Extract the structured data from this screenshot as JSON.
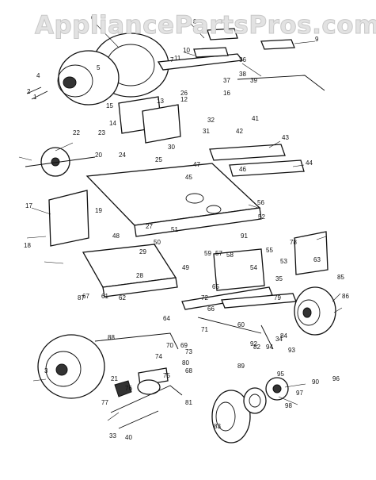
{
  "watermark": "AppliancePartsPros.com",
  "callouts": [
    {
      "label": "1"
    },
    {
      "label": "2"
    },
    {
      "label": "3"
    },
    {
      "label": "4"
    },
    {
      "label": "5"
    },
    {
      "label": "6"
    },
    {
      "label": "7"
    },
    {
      "label": "8"
    },
    {
      "label": "9"
    },
    {
      "label": "10"
    },
    {
      "label": "11"
    },
    {
      "label": "12"
    },
    {
      "label": "13"
    },
    {
      "label": "14"
    },
    {
      "label": "15"
    },
    {
      "label": "16"
    },
    {
      "label": "17"
    },
    {
      "label": "18"
    },
    {
      "label": "19"
    },
    {
      "label": "20"
    },
    {
      "label": "21"
    },
    {
      "label": "22"
    },
    {
      "label": "23"
    },
    {
      "label": "24"
    },
    {
      "label": "25"
    },
    {
      "label": "26"
    },
    {
      "label": "27"
    },
    {
      "label": "28"
    },
    {
      "label": "29"
    },
    {
      "label": "30"
    },
    {
      "label": "31"
    },
    {
      "label": "32"
    },
    {
      "label": "33"
    },
    {
      "label": "34"
    },
    {
      "label": "35"
    },
    {
      "label": "36"
    },
    {
      "label": "37"
    },
    {
      "label": "38"
    },
    {
      "label": "39"
    },
    {
      "label": "40"
    },
    {
      "label": "41"
    },
    {
      "label": "42"
    },
    {
      "label": "43"
    },
    {
      "label": "44"
    },
    {
      "label": "45"
    },
    {
      "label": "46"
    },
    {
      "label": "47"
    },
    {
      "label": "48"
    },
    {
      "label": "49"
    },
    {
      "label": "50"
    },
    {
      "label": "51"
    },
    {
      "label": "52"
    },
    {
      "label": "53"
    },
    {
      "label": "54"
    },
    {
      "label": "55"
    },
    {
      "label": "56"
    },
    {
      "label": "57"
    },
    {
      "label": "58"
    },
    {
      "label": "59"
    },
    {
      "label": "60"
    },
    {
      "label": "61"
    },
    {
      "label": "62"
    },
    {
      "label": "63"
    },
    {
      "label": "64"
    },
    {
      "label": "65"
    },
    {
      "label": "66"
    },
    {
      "label": "67"
    },
    {
      "label": "68"
    },
    {
      "label": "69"
    },
    {
      "label": "70"
    },
    {
      "label": "71"
    },
    {
      "label": "72"
    },
    {
      "label": "73"
    },
    {
      "label": "74"
    },
    {
      "label": "75"
    },
    {
      "label": "76"
    },
    {
      "label": "77"
    },
    {
      "label": "78"
    },
    {
      "label": "79"
    },
    {
      "label": "80"
    },
    {
      "label": "81"
    },
    {
      "label": "82"
    },
    {
      "label": "83"
    },
    {
      "label": "84"
    },
    {
      "label": "85"
    },
    {
      "label": "86"
    },
    {
      "label": "87"
    },
    {
      "label": "88"
    },
    {
      "label": "89"
    },
    {
      "label": "90"
    },
    {
      "label": "91"
    },
    {
      "label": "92"
    },
    {
      "label": "93"
    },
    {
      "label": "94"
    },
    {
      "label": "95"
    },
    {
      "label": "96"
    },
    {
      "label": "97"
    },
    {
      "label": "98"
    }
  ]
}
